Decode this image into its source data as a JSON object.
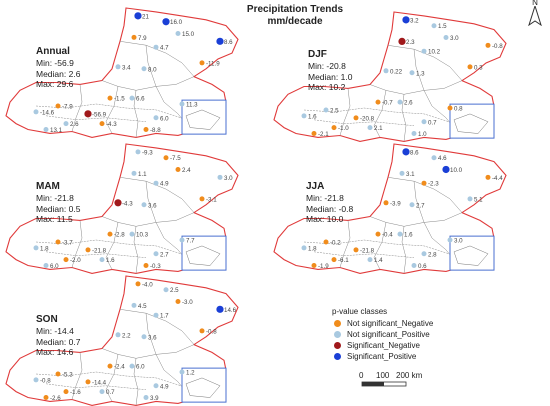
{
  "title_line1": "Precipitation Trends",
  "title_line2": "mm/decade",
  "north_label": "N",
  "colors": {
    "boundary": "#e03a3a",
    "land": "#ffffff",
    "river": "#8a8a8a",
    "inset_border": "#4a6fd0",
    "ns_negative": "#f08c1c",
    "ns_positive": "#a9c9e0",
    "sig_negative": "#a0191b",
    "sig_positive": "#1a3fd6",
    "label": "#444444"
  },
  "panels": [
    {
      "season": "Annual",
      "min": "Min: -56.9",
      "median": "Median: 2.6",
      "max": "Max: 29.6",
      "points": [
        {
          "c": "sp",
          "v": "21"
        },
        {
          "c": "sp",
          "v": "16.0"
        },
        {
          "c": "sp",
          "v": "8.6"
        },
        {
          "c": "nn",
          "v": "7.9"
        },
        {
          "c": "np",
          "v": "15.0"
        },
        {
          "c": "np",
          "v": "4.7"
        },
        {
          "c": "nn",
          "v": "-11.9"
        },
        {
          "c": "np",
          "v": "3.4"
        },
        {
          "c": "np",
          "v": "8.0"
        },
        {
          "c": "nn",
          "v": "-1.5"
        },
        {
          "c": "np",
          "v": "6.6"
        },
        {
          "c": "sn",
          "v": "-56.9"
        },
        {
          "c": "np",
          "v": "-14.6"
        },
        {
          "c": "nn",
          "v": "-7.9"
        },
        {
          "c": "np",
          "v": "11.3"
        },
        {
          "c": "np",
          "v": "6.0"
        },
        {
          "c": "np",
          "v": "2.6"
        },
        {
          "c": "nn",
          "v": "-4.3"
        },
        {
          "c": "np",
          "v": "13.1"
        },
        {
          "c": "nn",
          "v": "-8.8"
        }
      ]
    },
    {
      "season": "DJF",
      "min": "Min: -20.8",
      "median": "Median: 1.0",
      "max": "Max: 10.2",
      "points": [
        {
          "c": "sp",
          "v": "3.2"
        },
        {
          "c": "np",
          "v": "1.5"
        },
        {
          "c": "nn",
          "v": "-0.8"
        },
        {
          "c": "sn",
          "v": "2.3"
        },
        {
          "c": "np",
          "v": "3.0"
        },
        {
          "c": "np",
          "v": "10.2"
        },
        {
          "c": "nn",
          "v": "0.3"
        },
        {
          "c": "np",
          "v": "0.22"
        },
        {
          "c": "np",
          "v": "1.3"
        },
        {
          "c": "nn",
          "v": "-0.7"
        },
        {
          "c": "np",
          "v": "2.6"
        },
        {
          "c": "nn",
          "v": "-20.8"
        },
        {
          "c": "np",
          "v": "1.6"
        },
        {
          "c": "np",
          "v": "2.5"
        },
        {
          "c": "nn",
          "v": "0.8"
        },
        {
          "c": "np",
          "v": "0.7"
        },
        {
          "c": "nn",
          "v": "-1.0"
        },
        {
          "c": "np",
          "v": "2.1"
        },
        {
          "c": "nn",
          "v": "-2.1"
        },
        {
          "c": "np",
          "v": "1.0"
        }
      ]
    },
    {
      "season": "MAM",
      "min": "Min: -21.8",
      "median": "Median: 0.5",
      "max": "Max: 11.5",
      "points": [
        {
          "c": "np",
          "v": "-9.3"
        },
        {
          "c": "nn",
          "v": "-7.5"
        },
        {
          "c": "np",
          "v": "3.0"
        },
        {
          "c": "np",
          "v": "1.1"
        },
        {
          "c": "nn",
          "v": "2.4"
        },
        {
          "c": "np",
          "v": "4.9"
        },
        {
          "c": "nn",
          "v": "-3.1"
        },
        {
          "c": "sn",
          "v": "-4.3"
        },
        {
          "c": "np",
          "v": "3.6"
        },
        {
          "c": "nn",
          "v": "-2.8"
        },
        {
          "c": "np",
          "v": "10.3"
        },
        {
          "c": "nn",
          "v": "-21.8"
        },
        {
          "c": "np",
          "v": "1.8"
        },
        {
          "c": "nn",
          "v": "-3.7"
        },
        {
          "c": "np",
          "v": "7.7"
        },
        {
          "c": "np",
          "v": "2.7"
        },
        {
          "c": "nn",
          "v": "-2.0"
        },
        {
          "c": "np",
          "v": "1.6"
        },
        {
          "c": "np",
          "v": "6.0"
        },
        {
          "c": "nn",
          "v": "-0.3"
        }
      ]
    },
    {
      "season": "JJA",
      "min": "Min: -21.8",
      "median": "Median: -0.8",
      "max": "Max: 10.0",
      "points": [
        {
          "c": "sp",
          "v": "8.6"
        },
        {
          "c": "np",
          "v": "4.6"
        },
        {
          "c": "nn",
          "v": "-4.4"
        },
        {
          "c": "np",
          "v": "3.1"
        },
        {
          "c": "sp",
          "v": "10.0"
        },
        {
          "c": "nn",
          "v": "-2.3"
        },
        {
          "c": "np",
          "v": "5.1"
        },
        {
          "c": "nn",
          "v": "-3.9"
        },
        {
          "c": "np",
          "v": "2.7"
        },
        {
          "c": "nn",
          "v": "-0.4"
        },
        {
          "c": "np",
          "v": "1.6"
        },
        {
          "c": "nn",
          "v": "-21.8"
        },
        {
          "c": "np",
          "v": "1.8"
        },
        {
          "c": "nn",
          "v": "-0.2"
        },
        {
          "c": "np",
          "v": "3.0"
        },
        {
          "c": "np",
          "v": "2.8"
        },
        {
          "c": "nn",
          "v": "-6.1"
        },
        {
          "c": "np",
          "v": "1.4"
        },
        {
          "c": "nn",
          "v": "-1.9"
        },
        {
          "c": "np",
          "v": "0.6"
        }
      ]
    },
    {
      "season": "SON",
      "min": "Min: -14.4",
      "median": "Median: 0.7",
      "max": "Max: 14.6",
      "points": [
        {
          "c": "nn",
          "v": "-4.0"
        },
        {
          "c": "np",
          "v": "2.5"
        },
        {
          "c": "sp",
          "v": "14.6"
        },
        {
          "c": "np",
          "v": "4.5"
        },
        {
          "c": "nn",
          "v": "-3.0"
        },
        {
          "c": "np",
          "v": "1.7"
        },
        {
          "c": "nn",
          "v": "-0.8"
        },
        {
          "c": "np",
          "v": "2.2"
        },
        {
          "c": "np",
          "v": "3.6"
        },
        {
          "c": "nn",
          "v": "-2.4"
        },
        {
          "c": "np",
          "v": "6.0"
        },
        {
          "c": "nn",
          "v": "-14.4"
        },
        {
          "c": "np",
          "v": "-0.8"
        },
        {
          "c": "nn",
          "v": "-5.3"
        },
        {
          "c": "np",
          "v": "1.2"
        },
        {
          "c": "np",
          "v": "4.9"
        },
        {
          "c": "nn",
          "v": "-1.6"
        },
        {
          "c": "np",
          "v": "0.7"
        },
        {
          "c": "nn",
          "v": "-2.6"
        },
        {
          "c": "np",
          "v": "3.9"
        }
      ]
    }
  ],
  "legend": {
    "title": "p-value classes",
    "items": [
      {
        "label": "Not significant_Negative",
        "key": "ns_negative"
      },
      {
        "label": "Not significant_Positive",
        "key": "ns_positive"
      },
      {
        "label": "Significant_Negative",
        "key": "sig_negative"
      },
      {
        "label": "Significant_Positive",
        "key": "sig_positive"
      }
    ]
  },
  "scale": {
    "labels": [
      "0",
      "100",
      "200 km"
    ]
  }
}
